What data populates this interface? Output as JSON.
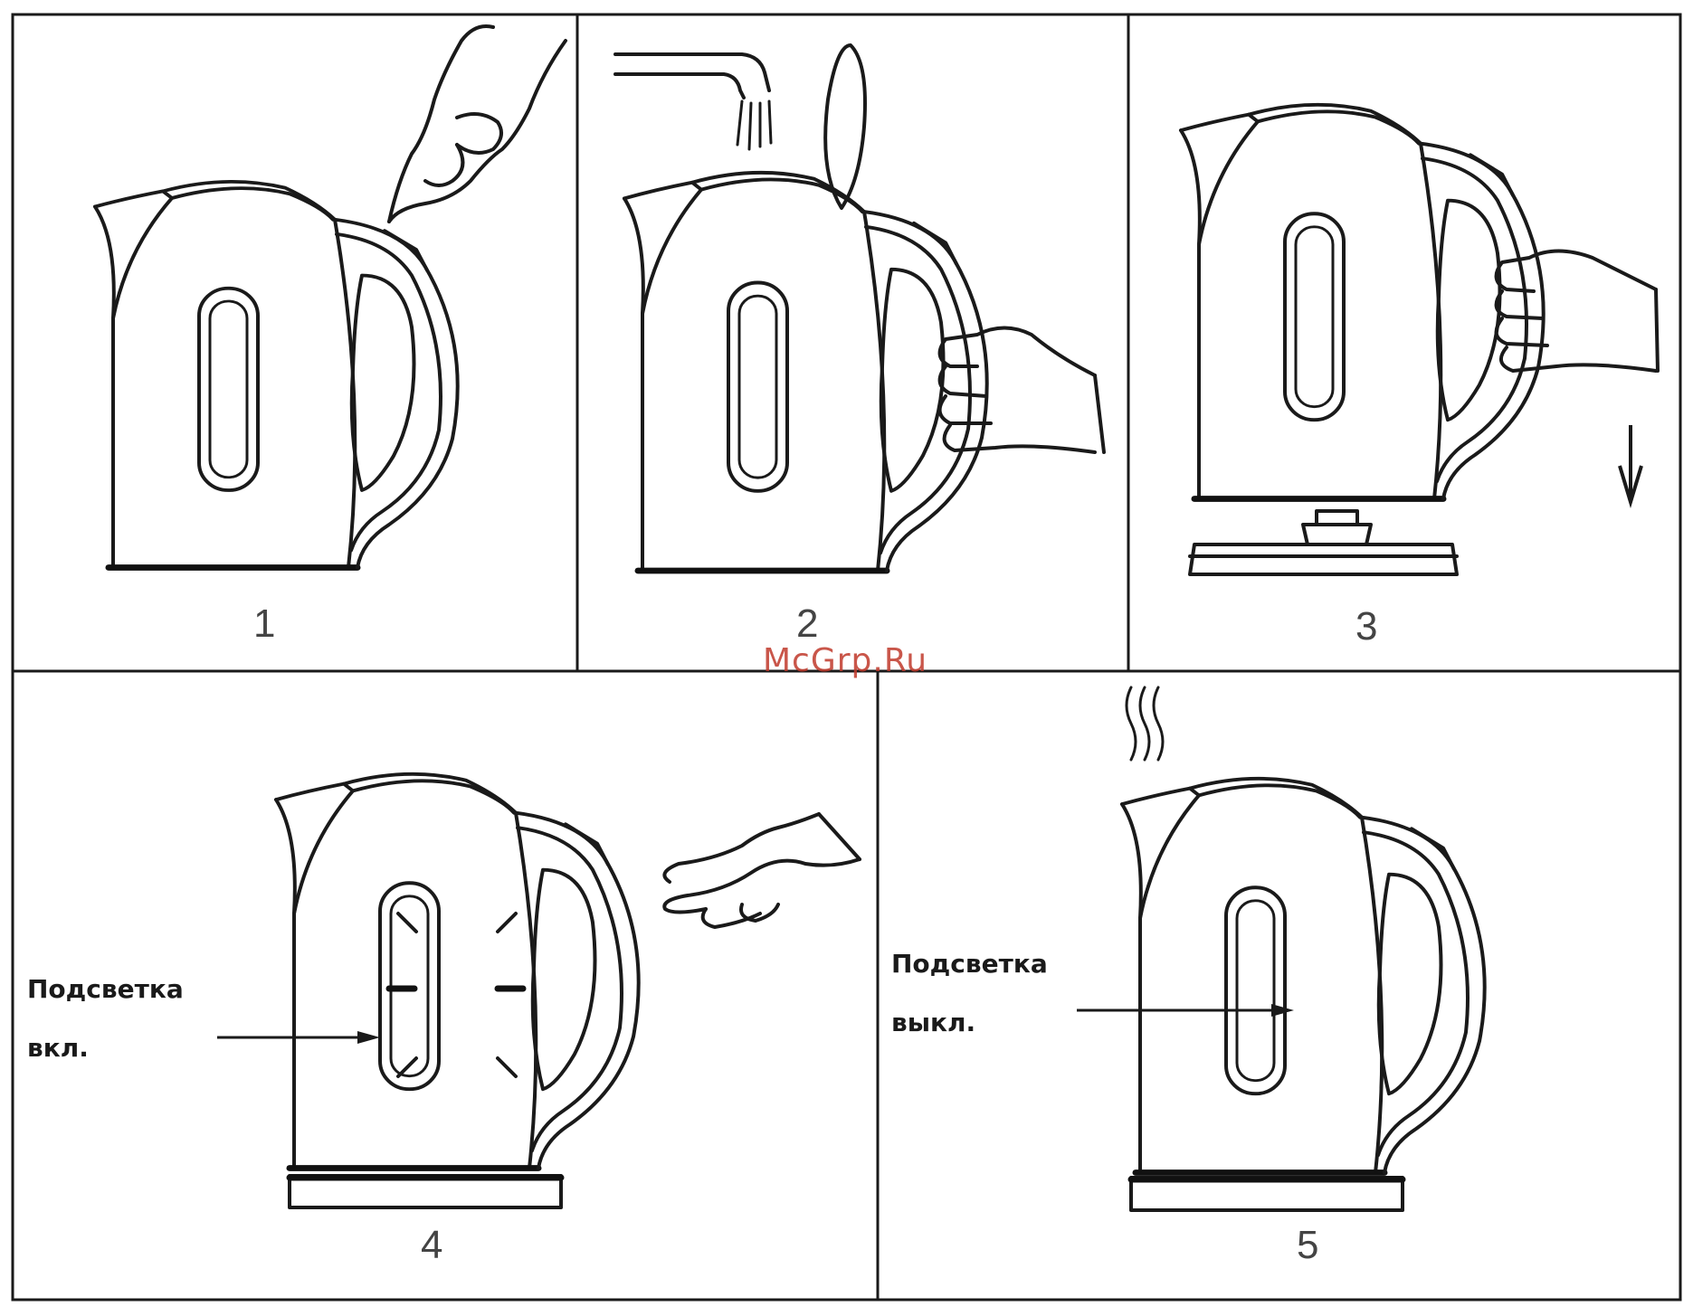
{
  "panels": [
    {
      "number": "1"
    },
    {
      "number": "2"
    },
    {
      "number": "3"
    },
    {
      "number": "4",
      "caption_line1": "Подсветка",
      "caption_line2": "вкл."
    },
    {
      "number": "5",
      "caption_line1": "Подсветка",
      "caption_line2": "выкл."
    }
  ],
  "watermark": "McGrp.Ru",
  "colors": {
    "line": "#1a1a1a",
    "watermark": "#c0392b",
    "background": "#ffffff"
  }
}
